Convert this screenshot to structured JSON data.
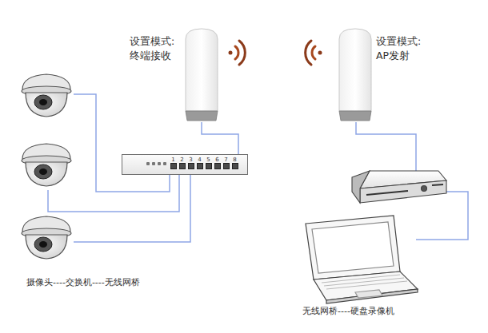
{
  "diagram": {
    "nodes": [
      {
        "text": [
          "设置模式: 终端接收"
        ]
      },
      {
        "text": [
          "设置模式: AP发射"
        ]
      },
      {
        "text": [
          "1",
          "2",
          "3",
          "4",
          "5",
          "6",
          "7",
          "8"
        ]
      }
    ],
    "edges": [
      {
        "from": 0,
        "to": 2,
        "arrow": "none"
      }
    ],
    "labels": [
      "摄像头----交换机----无线网桥",
      "无线网桥----硬盘录像机"
    ]
  }
}
